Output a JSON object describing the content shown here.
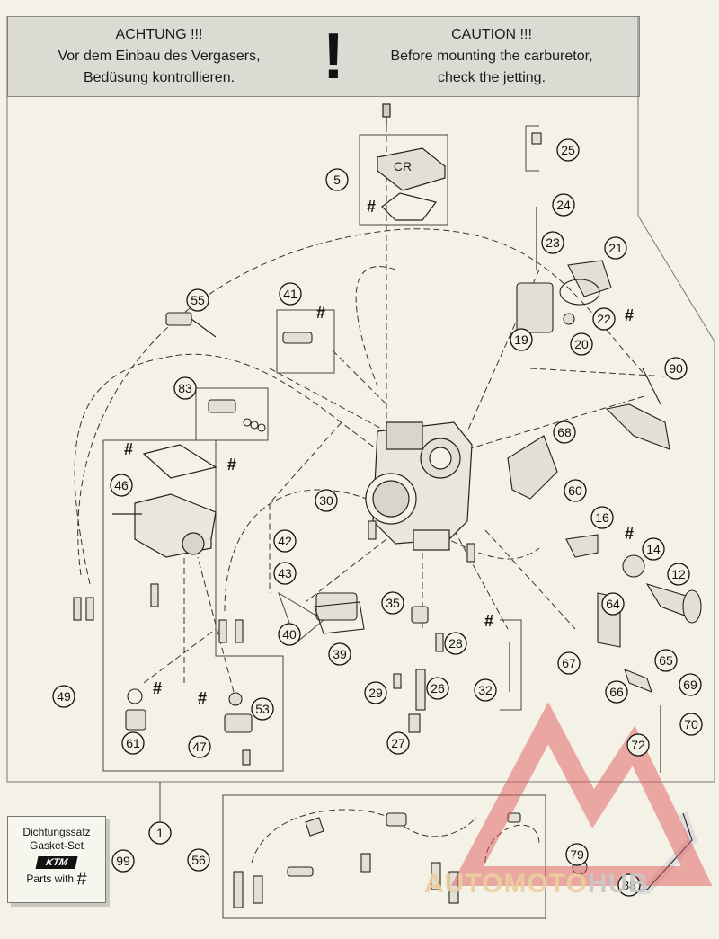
{
  "banner": {
    "de_title": "ACHTUNG !!!",
    "de_line1": "Vor dem Einbau des Vergasers,",
    "de_line2": "Bedüsung kontrollieren.",
    "exclamation": "!",
    "en_title": "CAUTION !!!",
    "en_line1": "Before mounting the carburetor,",
    "en_line2": "check the jetting."
  },
  "callouts": [
    "5",
    "25",
    "24",
    "23",
    "21",
    "22",
    "19",
    "20",
    "55",
    "41",
    "90",
    "83",
    "68",
    "46",
    "60",
    "30",
    "16",
    "42",
    "14",
    "43",
    "12",
    "35",
    "64",
    "40",
    "39",
    "28",
    "67",
    "65",
    "49",
    "29",
    "26",
    "32",
    "66",
    "69",
    "70",
    "53",
    "61",
    "47",
    "27",
    "72",
    "1",
    "56",
    "99",
    "79",
    "88"
  ],
  "hash_mark": "#",
  "cap_label": "CR",
  "kit": {
    "line1": "Dichtungssatz",
    "line2": "Gasket-Set",
    "logo": "KTM",
    "parts_with": "Parts with",
    "hash": "#"
  },
  "watermark": {
    "part1": "AUTOMOTO",
    "part2": "HUB"
  },
  "colors": {
    "background": "#f4f2e6",
    "banner": "#dcdbd3",
    "line": "#2a2a2a",
    "watermark_red": "#e05a5a"
  }
}
